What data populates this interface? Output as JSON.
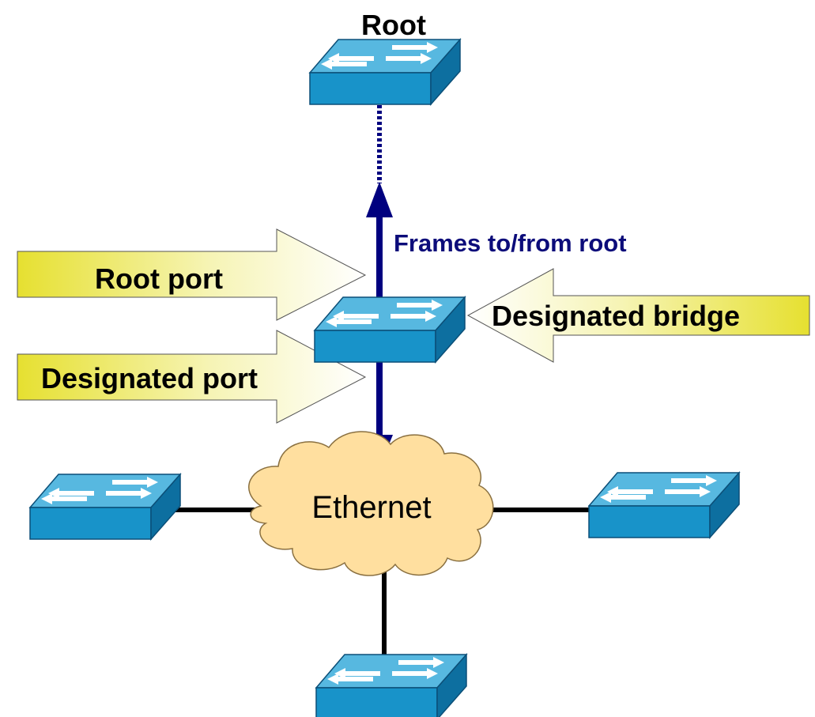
{
  "labels": {
    "root": "Root",
    "frames": "Frames to/from root",
    "root_port": "Root port",
    "designated_port": "Designated port",
    "designated_bridge": "Designated bridge",
    "ethernet": "Ethernet"
  },
  "icons": {
    "switch": "switch-icon",
    "cloud": "ethernet-cloud-icon"
  },
  "colors": {
    "switch_top": "#57b8e0",
    "switch_front": "#1893c9",
    "switch_side": "#0d6fa0",
    "link_blue": "#00007f",
    "link_black": "#000000",
    "callout_fill": "#e6e030",
    "cloud_fill": "#ffdf9f",
    "label_blue": "#0c0c7a"
  }
}
